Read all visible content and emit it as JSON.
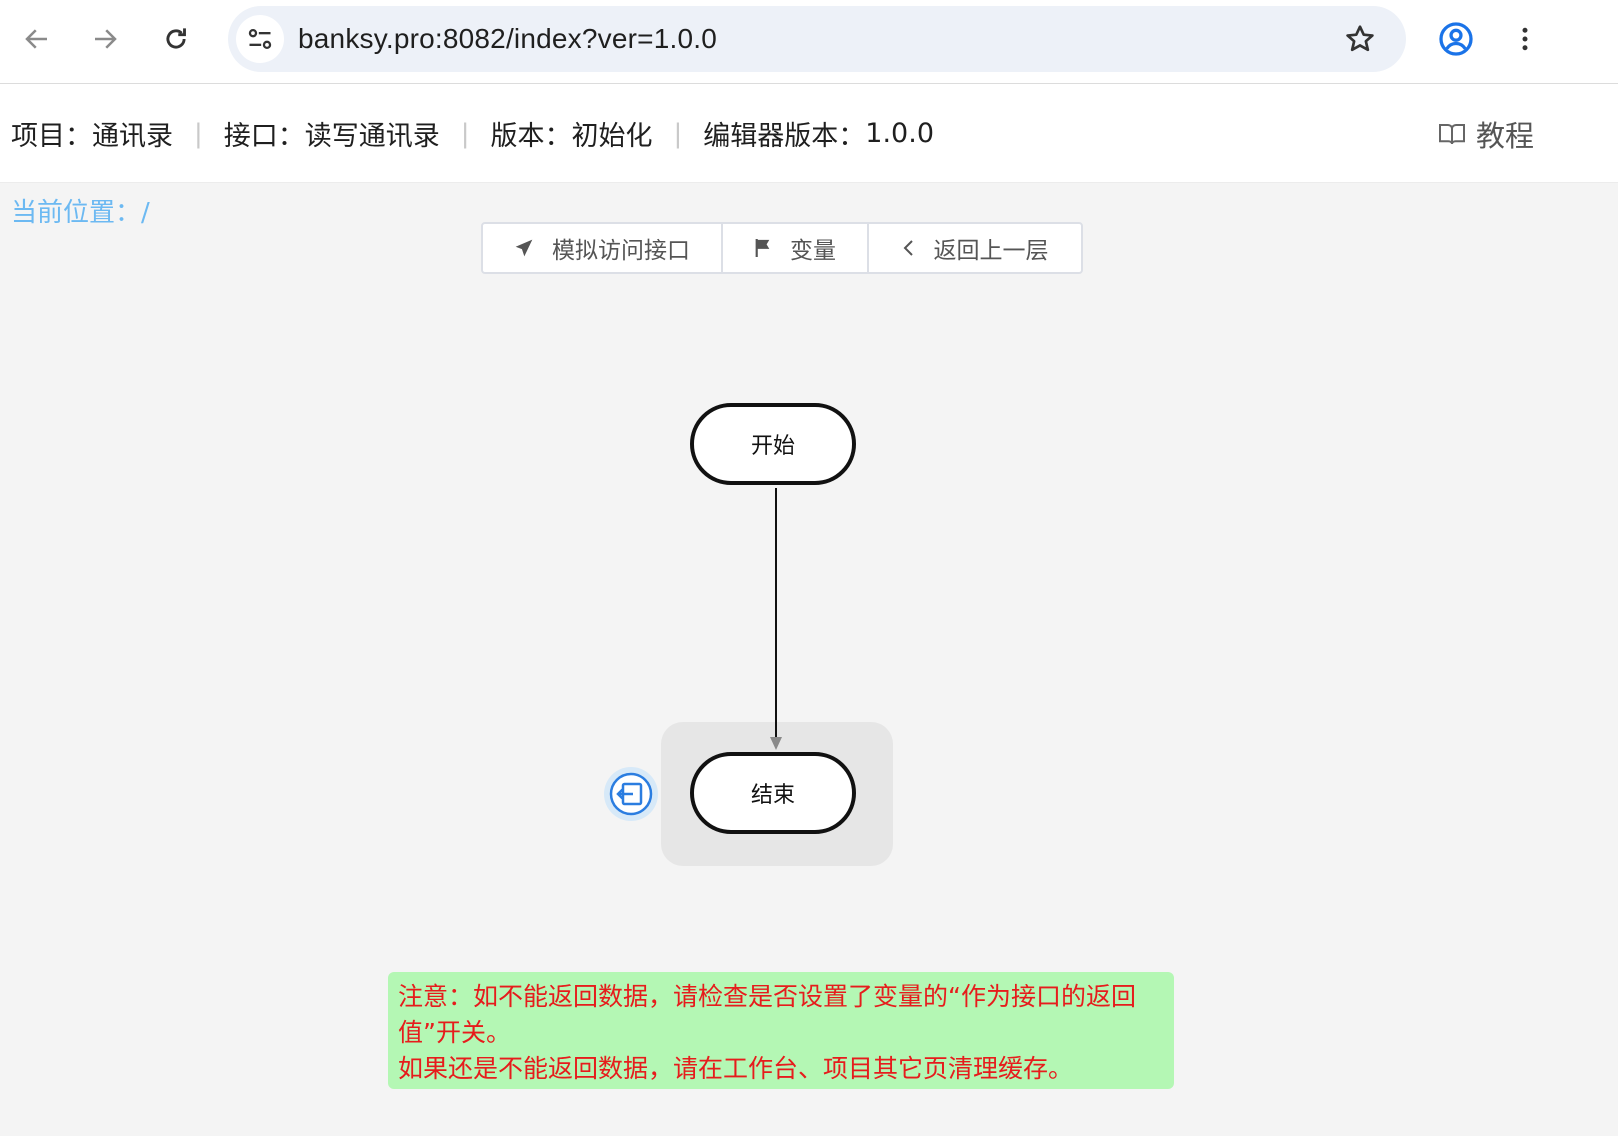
{
  "browser": {
    "url": "banksy.pro:8082/index?ver=1.0.0",
    "icons": [
      "back-arrow-icon",
      "forward-arrow-icon",
      "reload-icon",
      "site-info-icon",
      "star-icon",
      "profile-icon",
      "more-vert-icon"
    ]
  },
  "header": {
    "project_label": "项目：",
    "project_value": "通讯录",
    "api_label": "接口：",
    "api_value": "读写通讯录",
    "version_label": "版本：",
    "version_value": "初始化",
    "editor_version_label": "编辑器版本：",
    "editor_version_value": "1.0.0",
    "separator": "|",
    "tutorial_label": "教程"
  },
  "breadcrumb": {
    "label": "当前位置：",
    "path": "/"
  },
  "toolbar": {
    "simulate_label": "模拟访问接口",
    "variables_label": "变量",
    "back_label": "返回上一层"
  },
  "flow": {
    "start_label": "开始",
    "end_label": "结束"
  },
  "notice": {
    "line1": "注意：如不能返回数据，请检查是否设置了变量的“作为接口的返回值”开关。",
    "line2": "如果还是不能返回数据，请在工作台、项目其它页清理缓存。"
  },
  "colors": {
    "accent_blue": "#6cb9f2",
    "notice_bg": "#b4f7b4",
    "notice_text": "#e61c1c",
    "profile_blue": "#1a73e8"
  }
}
